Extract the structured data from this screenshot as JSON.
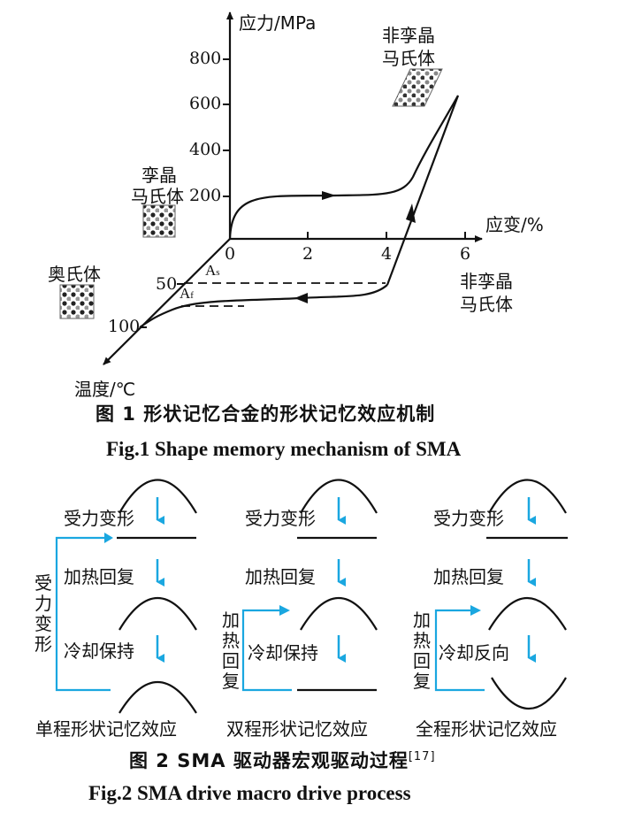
{
  "fig1": {
    "y_axis_label": "应力/MPa",
    "y_ticks": [
      "800",
      "600",
      "400",
      "200"
    ],
    "x_axis_label": "应变/%",
    "x_ticks": [
      "0",
      "2",
      "4",
      "6"
    ],
    "z_axis_label": "温度/℃",
    "z_ticks": [
      "50",
      "100"
    ],
    "as_label": "A",
    "as_sub": "s",
    "af_label": "A",
    "af_sub": "f",
    "label_detwinned_top": [
      "非孪晶",
      "马氏体"
    ],
    "label_twinned": [
      "孪晶",
      "马氏体"
    ],
    "label_austenite": "奥氏体",
    "label_detwinned_bottom": [
      "非孪晶",
      "马氏体"
    ],
    "caption_cn": "图 1    形状记忆合金的形状记忆效应机制",
    "caption_en": "Fig.1    Shape memory mechanism of SMA"
  },
  "fig2": {
    "columns": [
      {
        "step1": "受力变形",
        "step2": "加热回复",
        "step3": "冷却保持",
        "side": [
          "受",
          "力",
          "变",
          "形"
        ],
        "title": "单程形状记忆效应"
      },
      {
        "step1": "受力变形",
        "step2": "加热回复",
        "step3": "冷却保持",
        "side": [
          "加",
          "热",
          "回",
          "复"
        ],
        "title": "双程形状记忆效应"
      },
      {
        "step1": "受力变形",
        "step2": "加热回复",
        "step3": "冷却反向",
        "side": [
          "加",
          "热",
          "回",
          "复"
        ],
        "title": "全程形状记忆效应"
      }
    ],
    "caption_cn": "图 2    SMA 驱动器宏观驱动过程",
    "caption_ref": "[17]",
    "caption_en": "Fig.2    SMA drive macro drive process"
  },
  "colors": {
    "arrow_blue": "#1aa7e0",
    "line": "#111111"
  }
}
